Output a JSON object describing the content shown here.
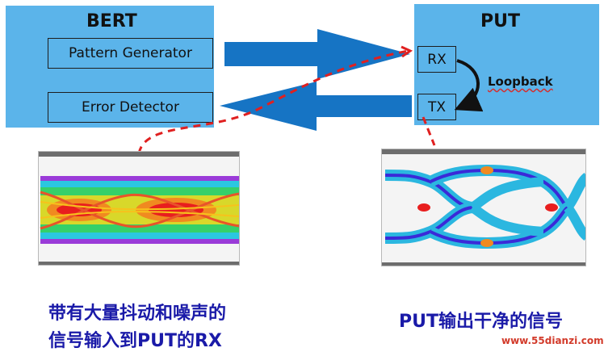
{
  "bert": {
    "title": "BERT",
    "pattern_generator": "Pattern Generator",
    "error_detector": "Error Detector"
  },
  "put": {
    "title": "PUT",
    "rx": "RX",
    "tx": "TX",
    "loopback": "Loopback"
  },
  "captions": {
    "left_line1": "带有大量抖动和噪声的",
    "left_line2": "信号输入到PUT的RX",
    "right": "PUT输出干净的信号"
  },
  "watermark": "www.55dianzi.com",
  "colors": {
    "block_blue": "#5bb4ea",
    "arrow_blue": "#1674c4",
    "dashed_red": "#e02020",
    "caption_blue": "#1a1aa8"
  }
}
